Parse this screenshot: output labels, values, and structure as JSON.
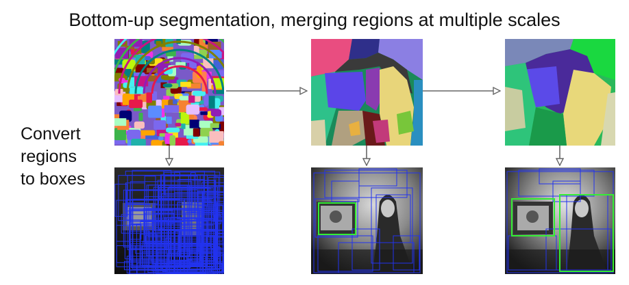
{
  "title": "Bottom-up segmentation, merging regions at multiple scales",
  "side_label": {
    "line1": "Convert",
    "line2": "regions",
    "line3": "to boxes"
  },
  "colors": {
    "arrow": "#666666",
    "box_blue": "#2233ee",
    "box_green": "#33ee33"
  }
}
